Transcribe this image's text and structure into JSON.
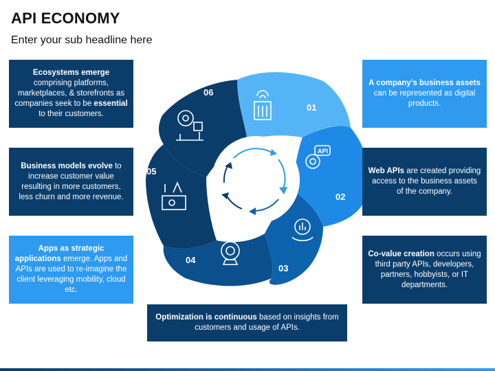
{
  "header": {
    "title": "API ECONOMY",
    "subtitle": "Enter your sub headline here"
  },
  "colors": {
    "dark_navy": "#0b3d6b",
    "mid_blue": "#0d62ad",
    "blue": "#1f7fd6",
    "sky_blue": "#2e9af0",
    "light_sky": "#55b4f5"
  },
  "segments": [
    {
      "number": "01",
      "icon": "office-building-icon"
    },
    {
      "number": "02",
      "icon": "api-gear-icon"
    },
    {
      "number": "03",
      "icon": "analytics-hand-icon"
    },
    {
      "number": "04",
      "icon": "gear-chess-icon"
    },
    {
      "number": "05",
      "icon": "business-tools-icon"
    },
    {
      "number": "06",
      "icon": "lightbulb-network-icon"
    }
  ],
  "boxes": {
    "b01": {
      "bold": "A company’s business assets",
      "rest": " can be represented as digital products."
    },
    "b02": {
      "bold": "Web APIs",
      "rest": " are created providing access to the business assets of the company."
    },
    "b03": {
      "bold": "Co-value creation",
      "rest": " occurs using third party APIs, developers, partners, hobbyists, or IT departments."
    },
    "b04": {
      "bold": "Apps as strategic applications",
      "rest": " emerge. Apps and APIs are used to re-imagine the client leveraging mobility, cloud etc."
    },
    "b05": {
      "bold": "Business models evolve",
      "rest": " to increase customer value resulting in more customers, less churn and more revenue."
    },
    "b06": {
      "bold": "Ecosystems emerge",
      "rest": " comprising platforms, marketplaces, & storefronts as companies seek to be ",
      "bold2": "essential",
      "rest2": " to their customers."
    },
    "bottom": {
      "bold": "Optimization is continuous",
      "rest": " based on insights from customers and usage of APIs."
    }
  }
}
